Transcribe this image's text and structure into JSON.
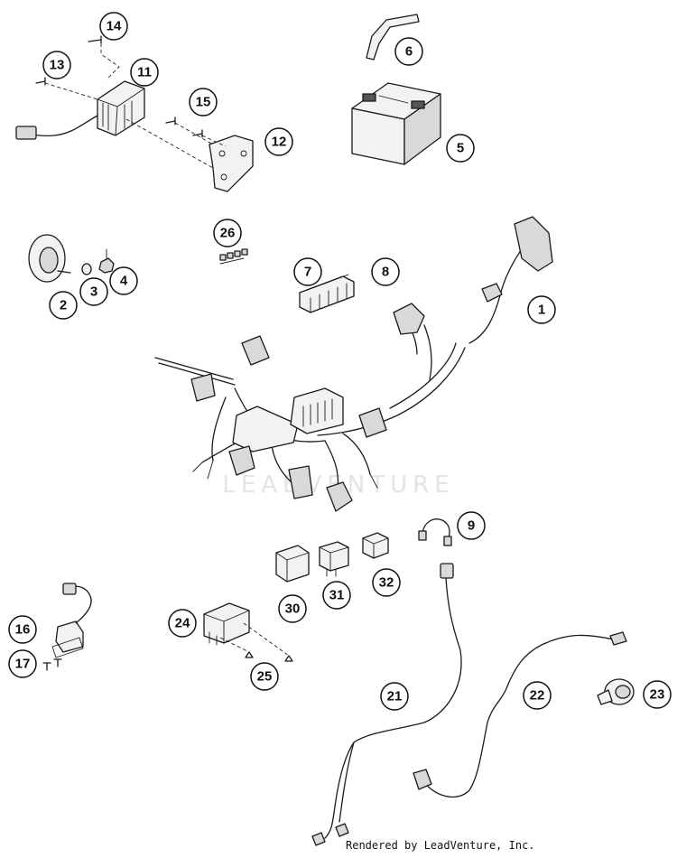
{
  "watermark": "LEADVENTURE",
  "footer": "Rendered by LeadVenture, Inc.",
  "callouts": [
    "1",
    "2",
    "3",
    "4",
    "5",
    "6",
    "7",
    "8",
    "9",
    "11",
    "12",
    "13",
    "14",
    "15",
    "16",
    "17",
    "21",
    "22",
    "23",
    "24",
    "25",
    "26",
    "30",
    "31",
    "32"
  ]
}
